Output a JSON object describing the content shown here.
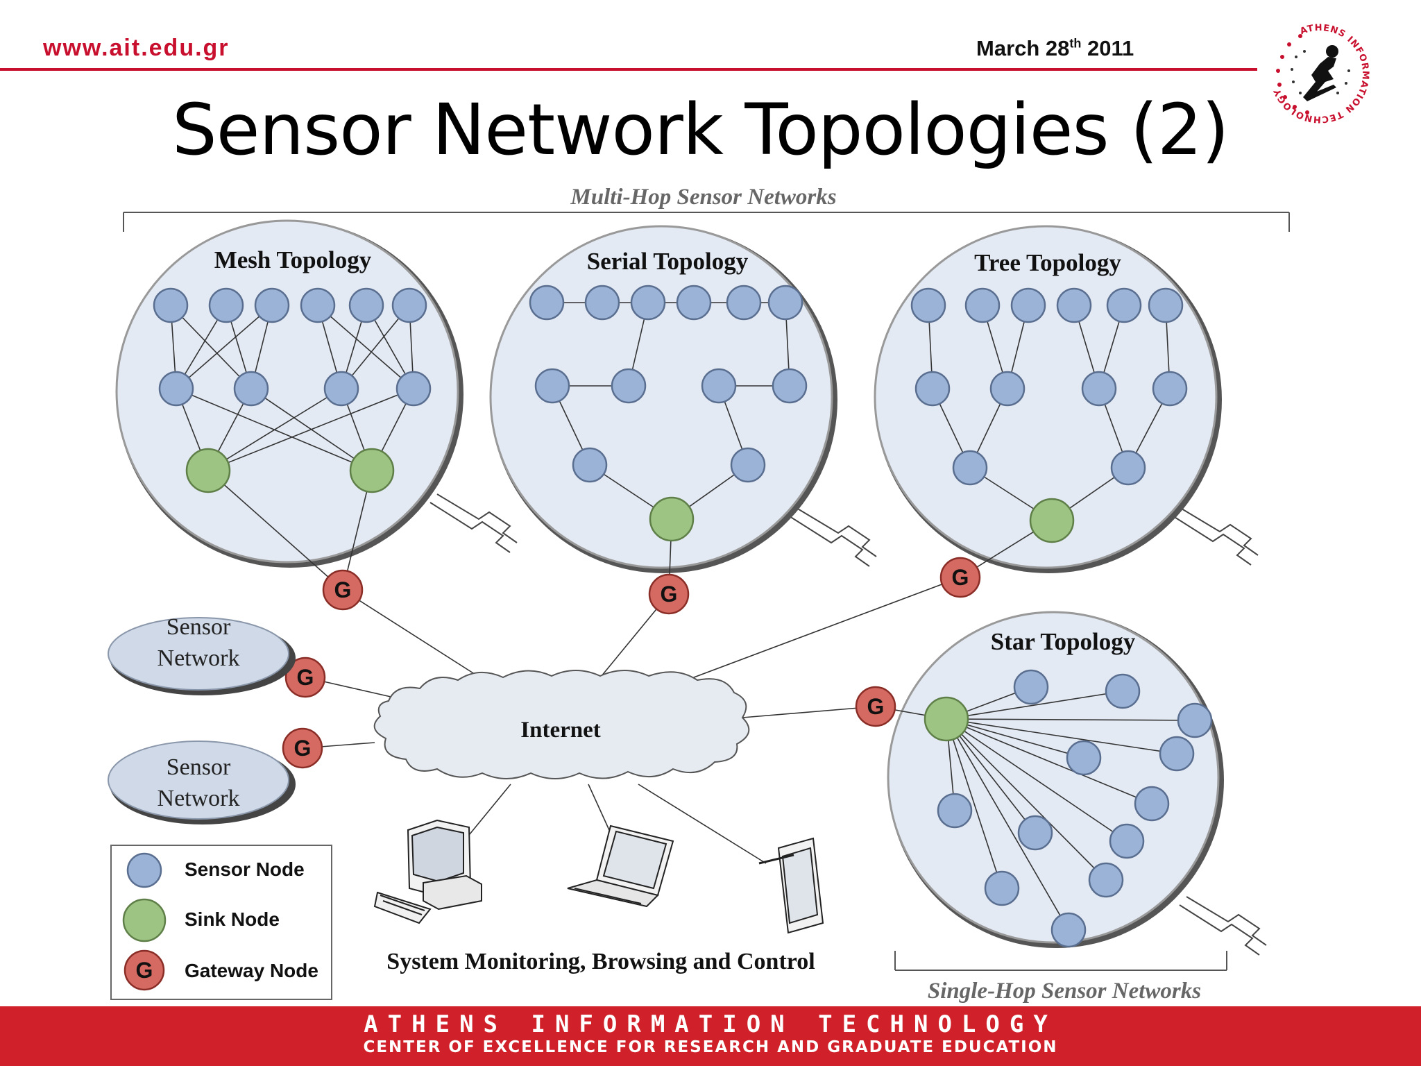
{
  "header": {
    "url": "www.ait.edu.gr",
    "date_prefix": "March 28",
    "date_sup": "th",
    "date_suffix": " 2011",
    "logo_text": "ATHENS INFORMATION TECHNOLOGY",
    "logo_icon": "ait-logo-icon",
    "accent_color": "#c8102e"
  },
  "slide": {
    "title": "Sensor Network Topologies (2)"
  },
  "diagram": {
    "multi_hop_label": "Multi-Hop Sensor Networks",
    "single_hop_label": "Single-Hop Sensor Networks",
    "mesh_title": "Mesh Topology",
    "serial_title": "Serial Topology",
    "tree_title": "Tree Topology",
    "star_title": "Star Topology",
    "gateway_letter": "G",
    "sensor_network_line1": "Sensor",
    "sensor_network_line2": "Network",
    "internet_label": "Internet",
    "monitoring_caption": "System Monitoring, Browsing and Control",
    "colors": {
      "sensor_node": "#9ab3d6",
      "sink_node": "#9dc483",
      "gateway_node": "#d46a62",
      "region_fill": "#e3eaf4"
    },
    "devices": [
      "desktop-computer-icon",
      "laptop-icon",
      "tablet-icon"
    ]
  },
  "legend": {
    "sensor_node": "Sensor Node",
    "sink_node": "Sink Node",
    "gateway_node": "Gateway Node"
  },
  "footer": {
    "line1": "ATHENS INFORMATION TECHNOLOGY",
    "line2": "CENTER OF EXCELLENCE FOR RESEARCH AND GRADUATE EDUCATION"
  }
}
